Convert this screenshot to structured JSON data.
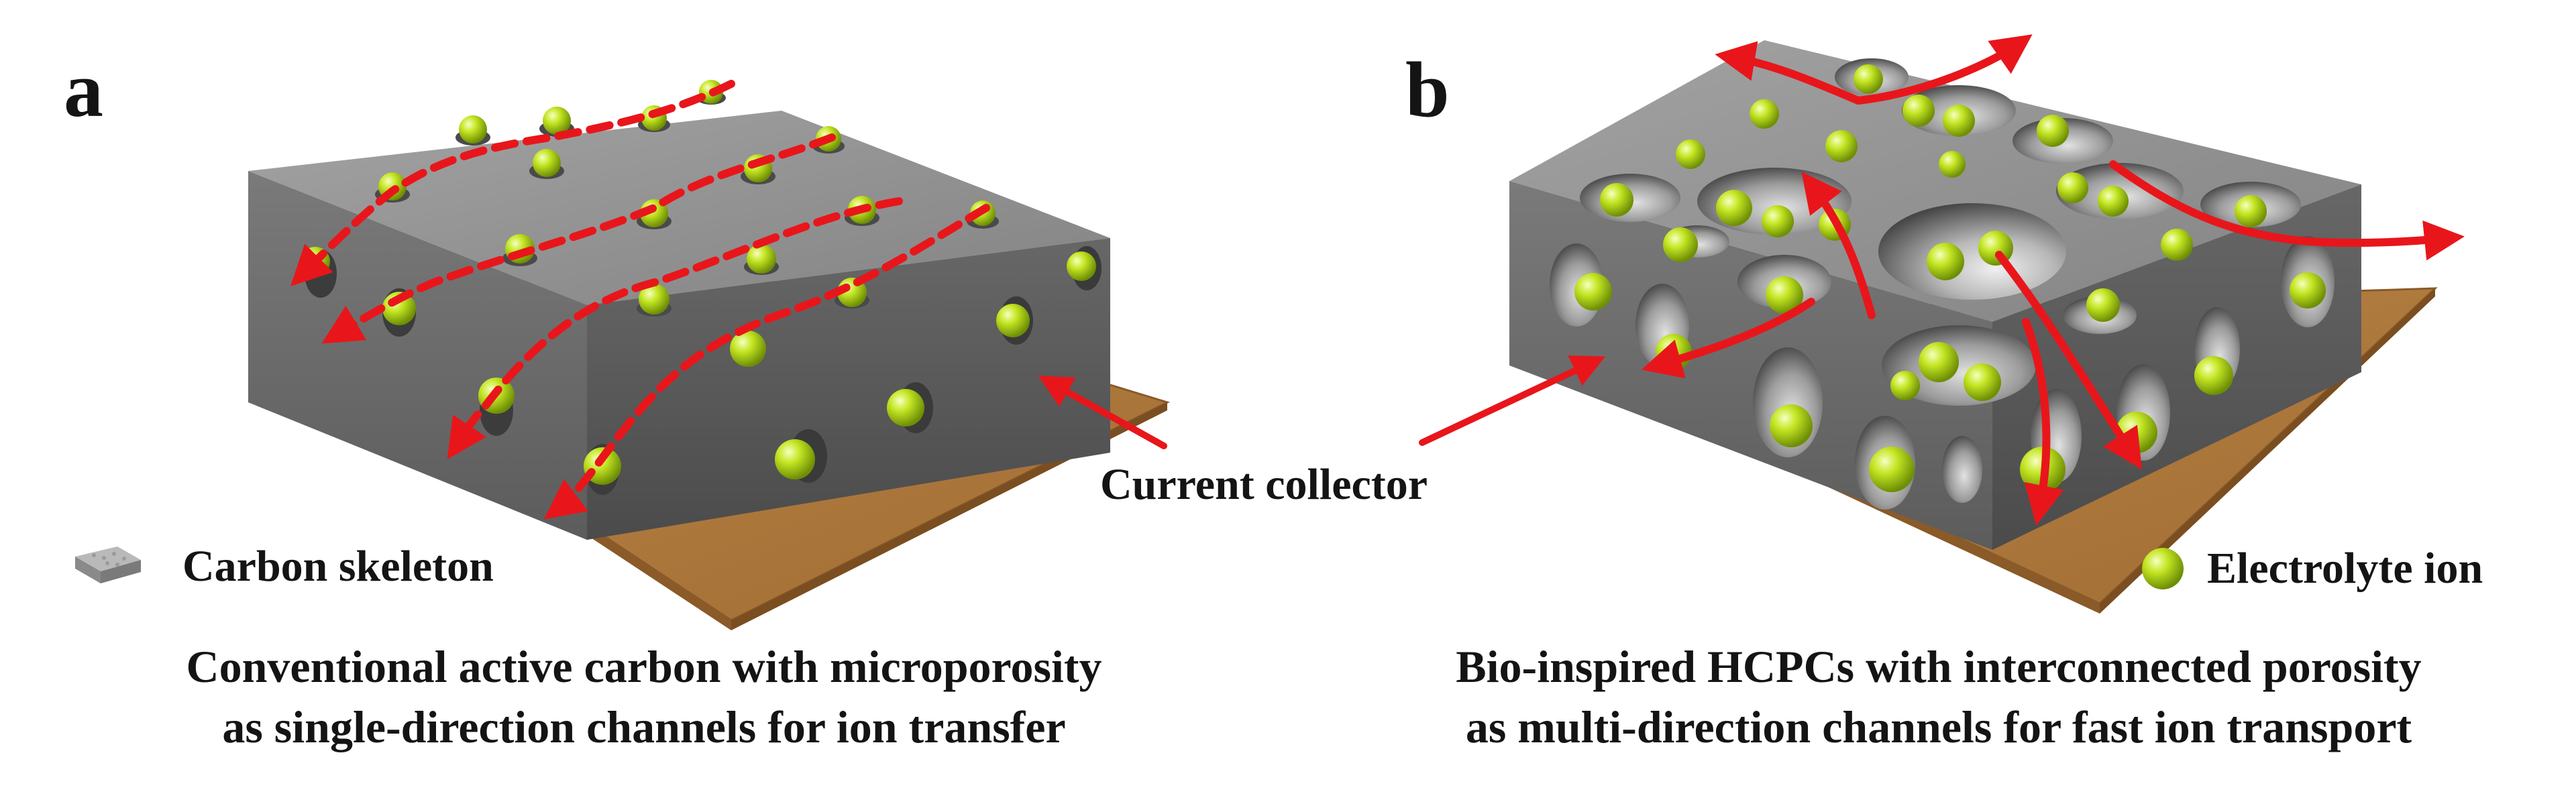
{
  "panels": {
    "a": {
      "letter": "a",
      "caption_line1": "Conventional active carbon with microporosity",
      "caption_line2": "as single-direction channels for ion transfer"
    },
    "b": {
      "letter": "b",
      "caption_line1": "Bio-inspired HCPCs with interconnected porosity",
      "caption_line2": "as multi-direction channels for fast ion transport"
    }
  },
  "labels": {
    "current_collector": "Current collector",
    "carbon_skeleton": "Carbon skeleton",
    "electrolyte_ion": "Electrolyte ion"
  },
  "colors": {
    "carbon_top": "#8f8f8f",
    "carbon_front": "#6a6a6a",
    "carbon_side": "#5a5a5a",
    "collector": "#b07a3e",
    "collector_edge": "#8a5a28",
    "ion": "#b5dc10",
    "arrow": "#e8161b"
  }
}
